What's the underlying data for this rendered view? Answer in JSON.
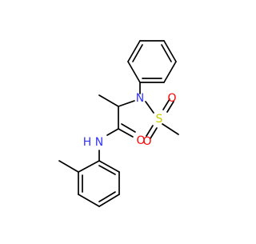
{
  "molecule": {
    "atoms": {
      "N_amine": "N",
      "N_amide": "N",
      "H_amide": "H",
      "S": "S",
      "O_sulfonyl_1": "O",
      "O_sulfonyl_2": "O",
      "O_carbonyl": "O"
    },
    "colors": {
      "bond": "#000000",
      "nitrogen": "#3333ff",
      "oxygen": "#ff0000",
      "sulfur": "#cccc00",
      "background": "#ffffff"
    }
  }
}
